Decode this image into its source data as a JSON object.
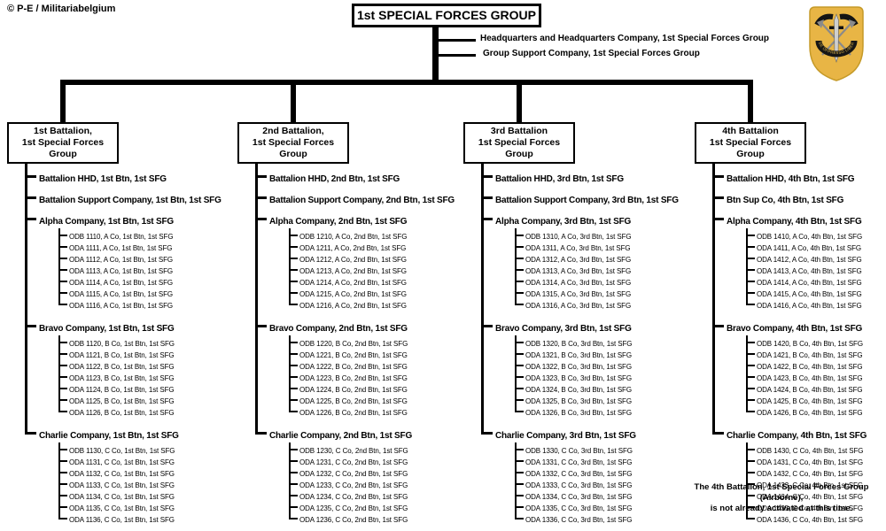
{
  "copyright": "© P-E / Militariabelgium",
  "title": "1st SPECIAL FORCES GROUP",
  "group_units": [
    "Headquarters and Headquarters Company,  1st Special Forces Group",
    "Group Support Company,  1st Special Forces Group"
  ],
  "battalions": [
    {
      "name_line1": "1st Battalion,",
      "name_line2": "1st Special Forces Group",
      "hhd": "Battalion HHD,  1st Btn, 1st SFG",
      "support": "Battalion  Support Company, 1st Btn,  1st SFG",
      "companies": [
        {
          "name": "Alpha Company, 1st Btn,  1st SFG",
          "detachments": [
            "ODB 1110, A Co, 1st Btn,  1st SFG",
            "ODA 1111, A Co, 1st Btn,  1st SFG",
            "ODA 1112, A Co, 1st Btn,  1st SFG",
            "ODA 1113, A Co, 1st Btn,  1st SFG",
            "ODA 1114, A Co, 1st Btn,  1st SFG",
            "ODA 1115, A Co, 1st Btn,  1st SFG",
            "ODA 1116, A Co, 1st Btn,  1st SFG"
          ]
        },
        {
          "name": "Bravo Company, 1st Btn, 1st SFG",
          "detachments": [
            "ODB 1120, B Co, 1st Btn,  1st SFG",
            "ODA 1121, B Co, 1st Btn,  1st SFG",
            "ODA 1122, B Co, 1st Btn,  1st SFG",
            "ODA 1123, B Co, 1st Btn,  1st SFG",
            "ODA 1124, B Co, 1st Btn,  1st SFG",
            "ODA 1125, B Co, 1st Btn,  1st SFG",
            "ODA 1126, B Co, 1st Btn,  1st SFG"
          ]
        },
        {
          "name": "Charlie Company, 1st Btn,  1st SFG",
          "detachments": [
            "ODB 1130, C Co, 1st Btn,  1st SFG",
            "ODA 1131, C Co, 1st Btn,  1st SFG",
            "ODA 1132, C Co, 1st Btn,  1st SFG",
            "ODA 1133, C Co, 1st Btn,  1st SFG",
            "ODA 1134, C Co, 1st Btn,  1st SFG",
            "ODA 1135, C Co, 1st Btn,  1st SFG",
            "ODA 1136, C Co, 1st Btn,  1st SFG"
          ]
        }
      ]
    },
    {
      "name_line1": "2nd Battalion,",
      "name_line2": "1st Special Forces Group",
      "hhd": "Battalion HHD,  2nd Btn, 1st SFG",
      "support": "Battalion  Support Company, 2nd Btn,  1st SFG",
      "companies": [
        {
          "name": "Alpha Company, 2nd Btn,  1st SFG",
          "detachments": [
            "ODB 1210, A Co, 2nd Btn,  1st SFG",
            "ODA 1211, A Co, 2nd Btn,  1st SFG",
            "ODA 1212, A Co, 2nd Btn,  1st SFG",
            "ODA 1213, A Co, 2nd Btn,  1st SFG",
            "ODA 1214, A Co, 2nd Btn,  1st SFG",
            "ODA 1215, A Co, 2nd Btn,  1st SFG",
            "ODA 1216, A Co, 2nd Btn,  1st SFG"
          ]
        },
        {
          "name": "Bravo Company, 2nd Btn,  1st SFG",
          "detachments": [
            "ODB 1220, B Co, 2nd Btn,  1st SFG",
            "ODA 1221, B Co, 2nd Btn,  1st SFG",
            "ODA 1222, B Co, 2nd Btn,  1st SFG",
            "ODA 1223, B Co, 2nd Btn,  1st SFG",
            "ODA 1224, B Co, 2nd Btn,  1st SFG",
            "ODA 1225, B Co, 2nd Btn,  1st SFG",
            "ODA 1226, B Co, 2nd Btn,  1st SFG"
          ]
        },
        {
          "name": "Charlie Company, 2nd Btn, 1st SFG",
          "detachments": [
            "ODB 1230, C Co, 2nd Btn,  1st SFG",
            "ODA 1231, C Co, 2nd Btn,  1st SFG",
            "ODA 1232, C Co, 2nd Btn,  1st SFG",
            "ODA 1233, C Co, 2nd Btn,  1st SFG",
            "ODA 1234, C Co, 2nd Btn,  1st SFG",
            "ODA 1235, C Co, 2nd Btn,  1st SFG",
            "ODA 1236, C Co, 2nd Btn,  1st SFG"
          ]
        }
      ]
    },
    {
      "name_line1": "3rd Battalion",
      "name_line2": "1st Special Forces Group",
      "hhd": "Battalion HHD,  3rd Btn, 1st SFG",
      "support": "Battalion  Support Company, 3rd Btn,  1st SFG",
      "companies": [
        {
          "name": "Alpha Company, 3rd Btn,  1st SFG",
          "detachments": [
            "ODB 1310, A Co, 3rd Btn,  1st SFG",
            "ODA 1311, A Co, 3rd Btn,  1st SFG",
            "ODA 1312, A Co, 3rd Btn,  1st SFG",
            "ODA 1313, A Co, 3rd Btn,  1st SFG",
            "ODA 1314, A Co, 3rd Btn,  1st SFG",
            "ODA 1315, A Co, 3rd Btn,  1st SFG",
            "ODA 1316, A Co, 3rd Btn,  1st SFG"
          ]
        },
        {
          "name": "Bravo Company, 3rd Btn, 1st SFG",
          "detachments": [
            "ODB 1320, B Co, 3rd Btn,  1st SFG",
            "ODA 1321, B Co, 3rd Btn,  1st SFG",
            "ODA 1322, B Co, 3rd Btn,  1st SFG",
            "ODA 1323, B Co, 3rd Btn,  1st SFG",
            "ODA 1324, B Co, 3rd Btn,  1st SFG",
            "ODA 1325, B Co, 3rd Btn,  1st SFG",
            "ODA 1326, B Co, 3rd Btn,  1st SFG"
          ]
        },
        {
          "name": "Charlie Company, 3rd Btn,  1st SFG",
          "detachments": [
            "ODB 1330, C Co, 3rd Btn,  1st SFG",
            "ODA 1331, C Co, 3rd Btn,  1st SFG",
            "ODA 1332, C Co, 3rd Btn,  1st SFG",
            "ODA 1333, C Co, 3rd Btn,  1st SFG",
            "ODA 1334, C Co, 3rd Btn,  1st SFG",
            "ODA 1335, C Co, 3rd Btn,  1st SFG",
            "ODA 1336, C Co, 3rd Btn,  1st SFG"
          ]
        }
      ]
    },
    {
      "name_line1": "4th Battalion",
      "name_line2": "1st Special Forces Group",
      "hhd": "Battalion HHD,  4th Btn, 1st SFG",
      "support": "Btn  Sup Co, 4th Btn,  1st SFG",
      "companies": [
        {
          "name": "Alpha Company, 4th Btn,  1st SFG",
          "detachments": [
            "ODB 1410, A Co, 4th Btn,  1st SFG",
            "ODA 1411, A Co, 4th Btn,  1st SFG",
            "ODA 1412, A Co, 4th Btn,  1st SFG",
            "ODA 1413, A Co, 4th Btn,  1st SFG",
            "ODA 1414, A Co, 4th Btn,  1st SFG",
            "ODA 1415, A Co, 4th Btn,  1st SFG",
            "ODA 1416, A Co, 4th Btn,  1st SFG"
          ]
        },
        {
          "name": "Bravo Company, 4th Btn,  1st SFG",
          "detachments": [
            "ODB 1420, B Co, 4th Btn,  1st SFG",
            "ODA 1421, B Co, 4th Btn,  1st SFG",
            "ODA 1422, B Co, 4th Btn,  1st SFG",
            "ODA 1423, B Co, 4th Btn,  1st SFG",
            "ODA 1424, B Co, 4th Btn,  1st SFG",
            "ODA 1425, B Co, 4th Btn,  1st SFG",
            "ODA 1426, B Co, 4th Btn,  1st SFG"
          ]
        },
        {
          "name": "Charlie Company, 4th Btn,  1st SFG",
          "detachments": [
            "ODB 1430, C Co, 4th Btn,  1st SFG",
            "ODA 1431, C Co, 4th Btn,  1st SFG",
            "ODA 1432, C Co, 4th Btn,  1st SFG",
            "ODA 1433, C Co, 4th Btn,  1st SFG",
            "ODA 1434, C Co, 4th Btn,  1st SFG",
            "ODA 1435, C Co, 4th Btn,  1st SFG",
            "ODA 1436, C Co, 4th Btn,  1st SFG"
          ]
        }
      ]
    }
  ],
  "footnote_line1": "The 4th Battalion, 1st Special Forces Group (Airborne),",
  "footnote_line2": "is not already activated at this time.",
  "insignia": {
    "name": "1st Special Forces Group beret flash",
    "motto": "DE OPPRESSO LIBER",
    "flash_color": "#E8B545",
    "flash_border_color": "#C59A28"
  }
}
